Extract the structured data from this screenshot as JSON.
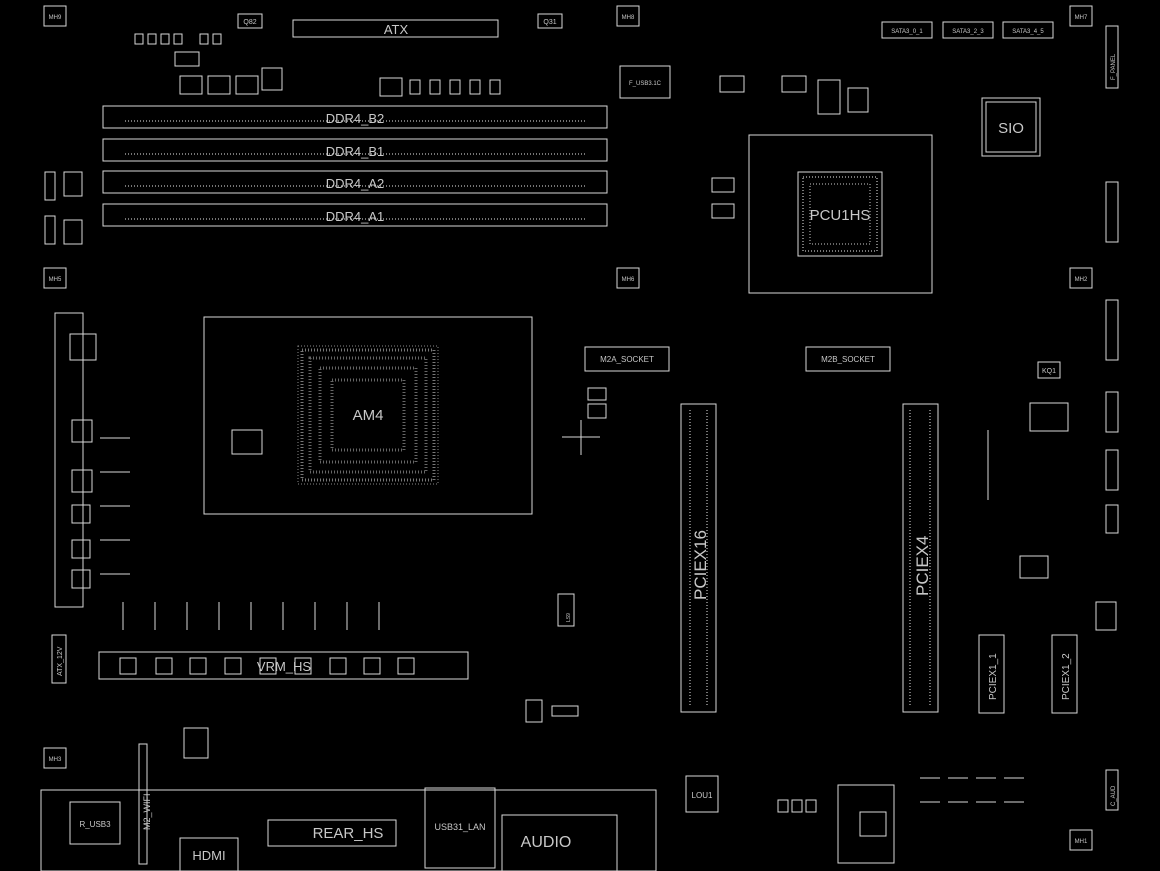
{
  "diagram": {
    "memory_slots": [
      {
        "id": "ddr4_b2",
        "label": "DDR4_B2"
      },
      {
        "id": "ddr4_b1",
        "label": "DDR4_B1"
      },
      {
        "id": "ddr4_a2",
        "label": "DDR4_A2"
      },
      {
        "id": "ddr4_a1",
        "label": "DDR4_A1"
      }
    ],
    "power": {
      "atx": "ATX",
      "atx_12v": "ATX_12V"
    },
    "cpu_socket": {
      "label": "AM4"
    },
    "chipset": {
      "label": "PCU1HS"
    },
    "sio": {
      "label": "SIO"
    },
    "m2_sockets": {
      "m2a": "M2A_SOCKET",
      "m2b": "M2B_SOCKET",
      "m2_wifi": "M2_WIFI"
    },
    "pcie_slots": {
      "x16": "PCIEX16",
      "x4": "PCIEX4",
      "x1_1": "PCIEX1_1",
      "x1_2": "PCIEX1_2"
    },
    "sata": [
      "SATA3_0_1",
      "SATA3_2_3",
      "SATA3_4_5"
    ],
    "rear_io": {
      "hdmi": "HDMI",
      "rear_hs": "REAR_HS",
      "usb31_lan": "USB31_LAN",
      "audio": "AUDIO",
      "r_usb": "R_USB3",
      "f_usb3": "F_USB3.1C"
    },
    "headers": {
      "vrm_hs": "VRM_HS",
      "f_panel": "F_PANEL",
      "c_aud": "C_AUD"
    },
    "chips": {
      "q82": "Q82",
      "q31": "Q31",
      "lou1": "LOU1",
      "kq1": "KQ1",
      "ls9": "LS9",
      "mh_labels": [
        "MH9",
        "MH8",
        "MH7",
        "MH5",
        "MH6",
        "MH2",
        "MH3",
        "MH1"
      ]
    }
  }
}
